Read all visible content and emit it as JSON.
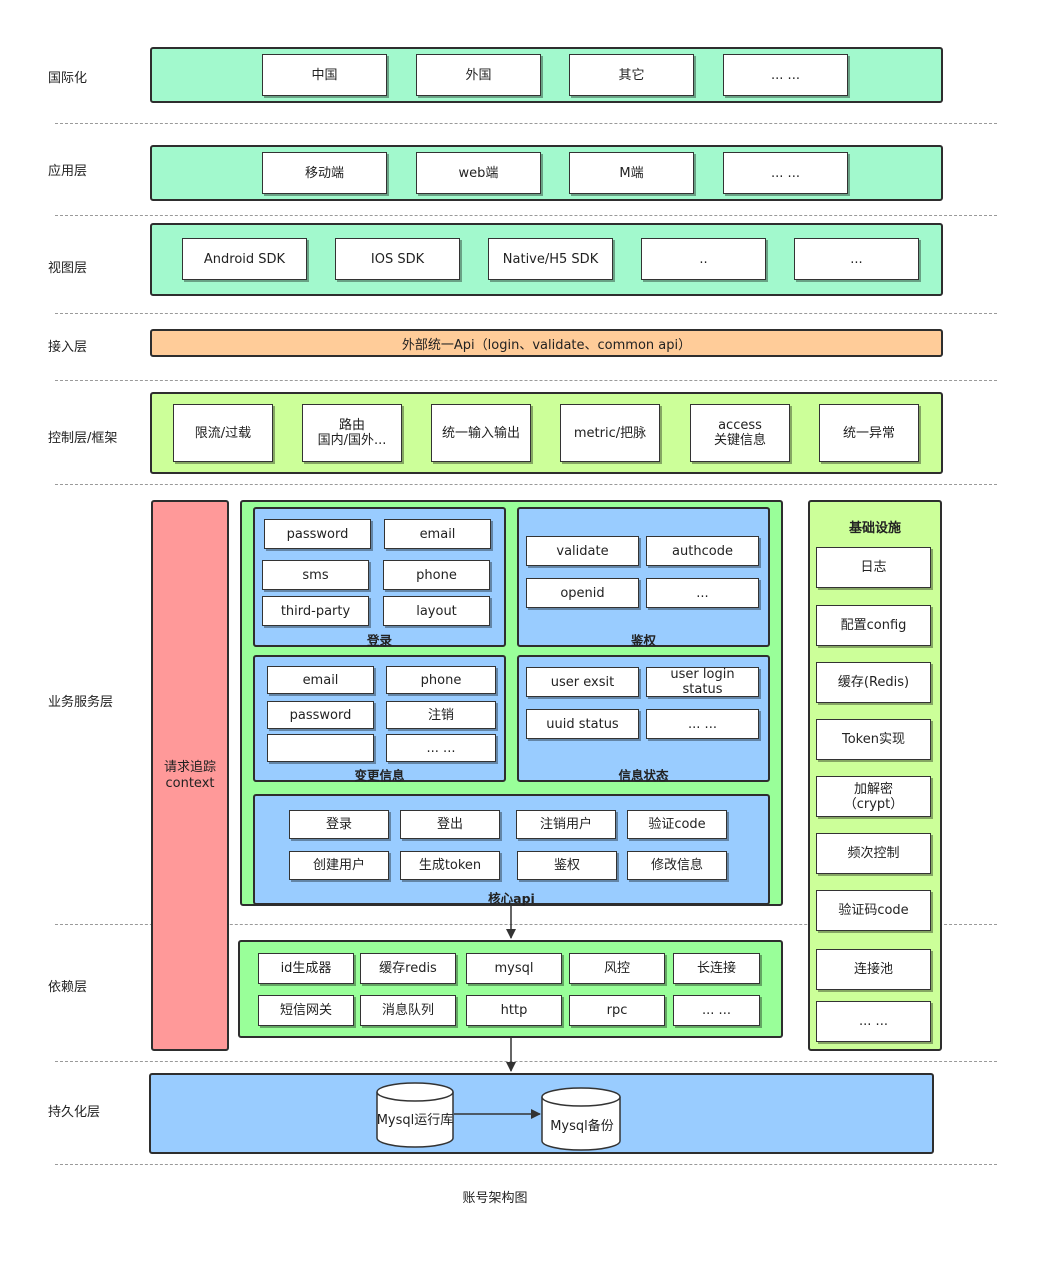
{
  "layers": {
    "i18n": "国际化",
    "app": "应用层",
    "view": "视图层",
    "access": "接入层",
    "control": "控制层/框架",
    "business": "业务服务层",
    "dependency": "依赖层",
    "persistence": "持久化层"
  },
  "i18n_items": [
    "中国",
    "外国",
    "其它",
    "... ..."
  ],
  "app_items": [
    "移动端",
    "web端",
    "M端",
    "... ..."
  ],
  "view_items": [
    "Android SDK",
    "IOS SDK",
    "Native/H5 SDK",
    "..",
    "..."
  ],
  "access_bar": "外部统一Api（login、validate、common api）",
  "control_items": [
    "限流/过载",
    "路由\n国内/国外...",
    "统一输入输出",
    "metric/把脉",
    "access\n关键信息",
    "统一异常"
  ],
  "trace": "请求追踪\ncontext",
  "login": {
    "title": "登录",
    "items": [
      "password",
      "email",
      "sms",
      "phone",
      "third-party",
      "layout"
    ]
  },
  "auth": {
    "title": "鉴权",
    "items": [
      "validate",
      "authcode",
      "openid",
      "..."
    ]
  },
  "change": {
    "title": "变更信息",
    "items": [
      "email",
      "phone",
      "password",
      "注销",
      "",
      "... ..."
    ]
  },
  "status": {
    "title": "信息状态",
    "items": [
      "user exsit",
      "user login\nstatus",
      "uuid status",
      "... ..."
    ]
  },
  "core": {
    "title": "核心api",
    "items": [
      "登录",
      "登出",
      "注销用户",
      "验证code",
      "创建用户",
      "生成token",
      "鉴权",
      "修改信息"
    ]
  },
  "infra": {
    "title": "基础设施",
    "items": [
      "日志",
      "配置config",
      "缓存(Redis)",
      "Token实现",
      "加解密\n（crypt）",
      "频次控制",
      "验证码code",
      "连接池",
      "... ..."
    ]
  },
  "dependency_items": [
    "id生成器",
    "缓存redis",
    "mysql",
    "风控",
    "长连接",
    "短信网关",
    "消息队列",
    "http",
    "rpc",
    "... ..."
  ],
  "persistence": {
    "primary_db": "Mysql运行库",
    "backup_db": "Mysql备份"
  },
  "caption": "账号架构图",
  "colors": {
    "mint": "#a2f9cd",
    "lime": "#ccff99",
    "orange": "#ffcc99",
    "pink": "#ff9999",
    "sky": "#99ccff",
    "green": "#99ff99"
  }
}
